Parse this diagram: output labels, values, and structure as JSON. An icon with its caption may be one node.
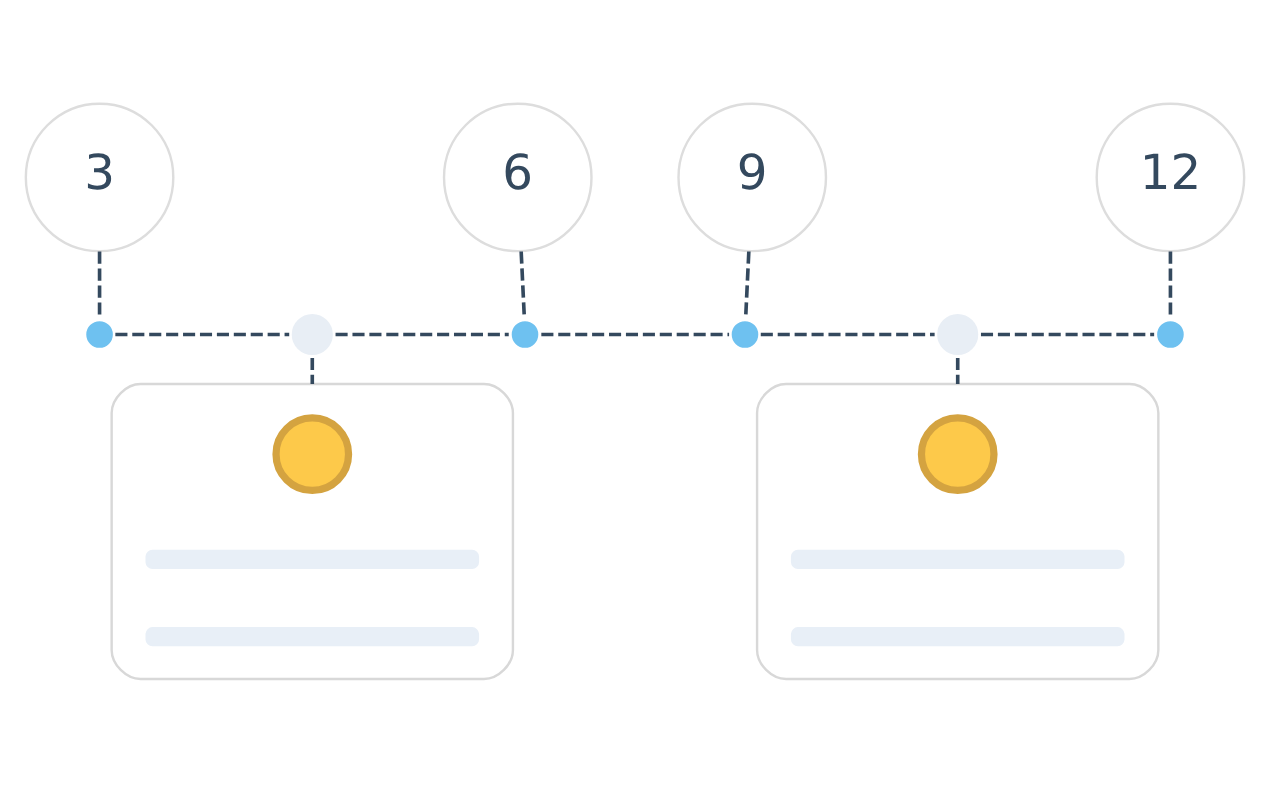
{
  "diagram": {
    "nodes": [
      {
        "text": [
          "3"
        ]
      },
      {
        "text": [
          "6"
        ]
      },
      {
        "text": [
          "9"
        ]
      },
      {
        "text": [
          "12"
        ]
      },
      {
        "text": [],
        "shape": "circle"
      },
      {
        "text": [],
        "shape": "circle"
      },
      {
        "text": [],
        "shape": "circle"
      },
      {
        "text": [],
        "shape": "circle"
      },
      {
        "text": [],
        "shape": "circle"
      },
      {
        "text": [],
        "shape": "circle"
      },
      {
        "text": [],
        "shape": "box"
      },
      {
        "text": [],
        "shape": "circle",
        "in": 10
      },
      {
        "text": [],
        "shape": "bar",
        "in": 10
      },
      {
        "text": [],
        "shape": "bar",
        "in": 10
      },
      {
        "text": [],
        "shape": "box"
      },
      {
        "text": [],
        "shape": "circle",
        "in": 14
      },
      {
        "text": [],
        "shape": "bar",
        "in": 14
      },
      {
        "text": [],
        "shape": "bar",
        "in": 14
      }
    ],
    "edges": [
      {
        "from": 0,
        "to": 4,
        "arrow": "none",
        "style": "dashed"
      },
      {
        "from": 1,
        "to": 6,
        "arrow": "none",
        "style": "dashed"
      },
      {
        "from": 2,
        "to": 7,
        "arrow": "none",
        "style": "dashed"
      },
      {
        "from": 3,
        "to": 9,
        "arrow": "none",
        "style": "dashed"
      },
      {
        "from": 4,
        "to": 5,
        "arrow": "none",
        "style": "dashed"
      },
      {
        "from": 5,
        "to": 6,
        "arrow": "none",
        "style": "dashed"
      },
      {
        "from": 6,
        "to": 7,
        "arrow": "none",
        "style": "dashed"
      },
      {
        "from": 7,
        "to": 8,
        "arrow": "none",
        "style": "dashed"
      },
      {
        "from": 8,
        "to": 9,
        "arrow": "none",
        "style": "dashed"
      },
      {
        "from": 5,
        "to": 10,
        "arrow": "none",
        "style": "dashed"
      },
      {
        "from": 8,
        "to": 14,
        "arrow": "none",
        "style": "dashed"
      }
    ]
  }
}
